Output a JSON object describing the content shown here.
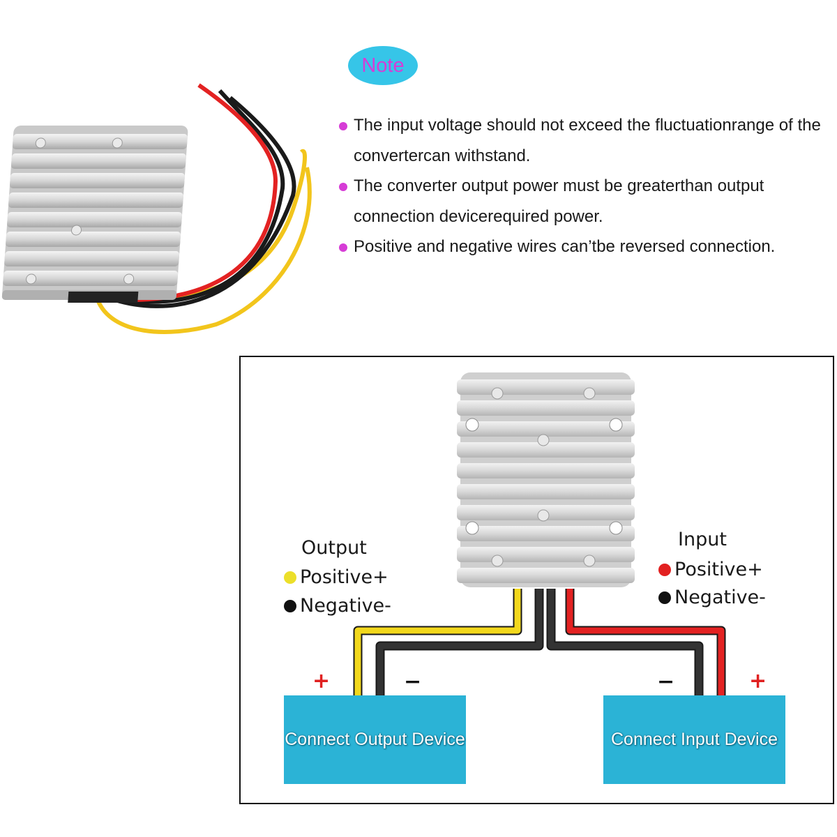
{
  "note": {
    "title": "Note",
    "items": [
      "The input voltage should not exceed the fluctuationrange of the convertercan withstand.",
      "The converter output power must be greaterthan output connection devicerequired power.",
      "Positive and negative wires can’tbe reversed connection."
    ]
  },
  "diagram": {
    "output": {
      "heading": "Output",
      "positive": "Positive+",
      "negative": "Negative-",
      "positive_color": "#ecdf2a",
      "negative_color": "#111111",
      "device": "Connect Output Device",
      "plus_sign": "+",
      "minus_sign": "−"
    },
    "input": {
      "heading": "Input",
      "positive": "Positive+",
      "negative": "Negative-",
      "positive_color": "#e22020",
      "negative_color": "#111111",
      "device": "Connect Input Device",
      "plus_sign": "+",
      "minus_sign": "−"
    }
  },
  "colors": {
    "note_badge": "#36c5e8",
    "note_text": "#d63cd6",
    "bullet": "#d63cd6",
    "device_box": "#2bb3d6",
    "wire_yellow": "#f2d81c",
    "wire_red": "#e32222",
    "wire_black": "#1a1a1a",
    "sign_red": "#e02020"
  }
}
